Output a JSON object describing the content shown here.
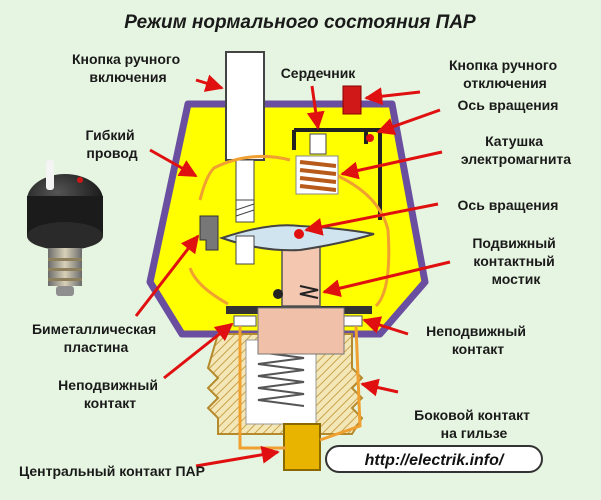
{
  "title": "Режим нормального состояния  ПАР",
  "labels": {
    "button_on": [
      "Кнопка ручного",
      "включения"
    ],
    "core": "Сердечник",
    "button_off": [
      "Кнопка ручного",
      "отключения"
    ],
    "axis_top": "Ось вращения",
    "flex_wire": [
      "Гибкий",
      "провод"
    ],
    "coil": [
      "Катушка",
      "электромагнита"
    ],
    "axis_mid": "Ось вращения",
    "bridge": [
      "Подвижный",
      "контактный",
      "мостик"
    ],
    "bimetal": [
      "Биметаллическая",
      "пластина"
    ],
    "fixed_contact_right": [
      "Неподвижный",
      "контакт"
    ],
    "fixed_contact_left": [
      "Неподвижный",
      "контакт"
    ],
    "side_contact": [
      "Боковой контакт",
      "на гильзе"
    ],
    "central_contact": "Центральный контакт ПАР"
  },
  "url": "http://electrik.info/",
  "colors": {
    "background": "#e6f5e1",
    "housing_fill": "#ffff00",
    "housing_stroke": "#6a4fa0",
    "arrow": "#e01010",
    "wire": "#f0a030",
    "copper": "#b85a1a"
  }
}
